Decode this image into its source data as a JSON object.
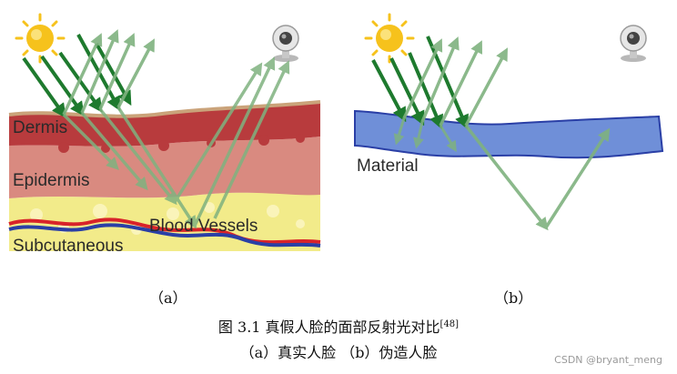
{
  "panel_a": {
    "labels": {
      "dermis": "Dermis",
      "epidermis": "Epidermis",
      "blood_vessels": "Blood Vessels",
      "subcutaneous": "Subcutaneous"
    },
    "sublabel": "（a）"
  },
  "panel_b": {
    "labels": {
      "material": "Material"
    },
    "sublabel": "（b）"
  },
  "caption": {
    "title_prefix": "图 3.1 真假人脸的面部反射光对比",
    "reference": "[48]",
    "subtitle": "（a）真实人脸 （b）伪造人脸"
  },
  "watermark": "CSDN @bryant_meng",
  "colors": {
    "dermis": "#b83b3d",
    "epidermis": "#d98a80",
    "subcutaneous": "#f2eb8a",
    "material": "#6f8fd8",
    "ray_dark": "#1e7a2e",
    "ray_light": "#7fb27f",
    "sun": "#f6c21c",
    "vessel_red": "#d8232a",
    "vessel_blue": "#2a3fa6"
  }
}
